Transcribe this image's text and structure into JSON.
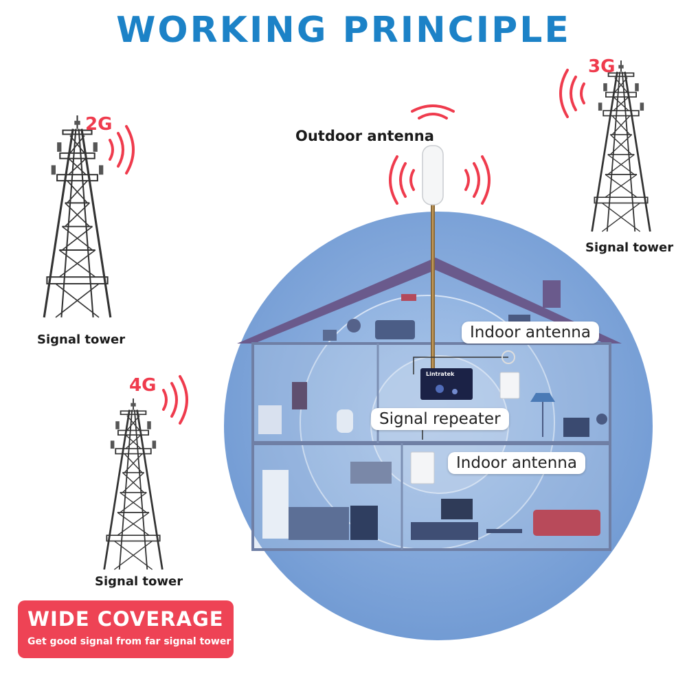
{
  "title": "WORKING PRINCIPLE",
  "towers": [
    {
      "generation": "2G",
      "caption": "Signal tower"
    },
    {
      "generation": "3G",
      "caption": "Signal tower"
    },
    {
      "generation": "4G",
      "caption": "Signal tower"
    }
  ],
  "outdoor_antenna_label": "Outdoor antenna",
  "callouts": {
    "indoor_antenna_top": "Indoor antenna",
    "signal_repeater": "Signal repeater",
    "indoor_antenna_bottom": "Indoor antenna"
  },
  "repeater_brand": "Lintratek",
  "badge": {
    "title": "WIDE COVERAGE",
    "subtitle": "Get good signal from far signal tower"
  },
  "colors": {
    "title": "#1c82c7",
    "signal_waves": "#ef3b4d",
    "badge": "#ee4355",
    "coverage_circle": "#7fa6d8",
    "house_roof": "#6a5a8c"
  }
}
